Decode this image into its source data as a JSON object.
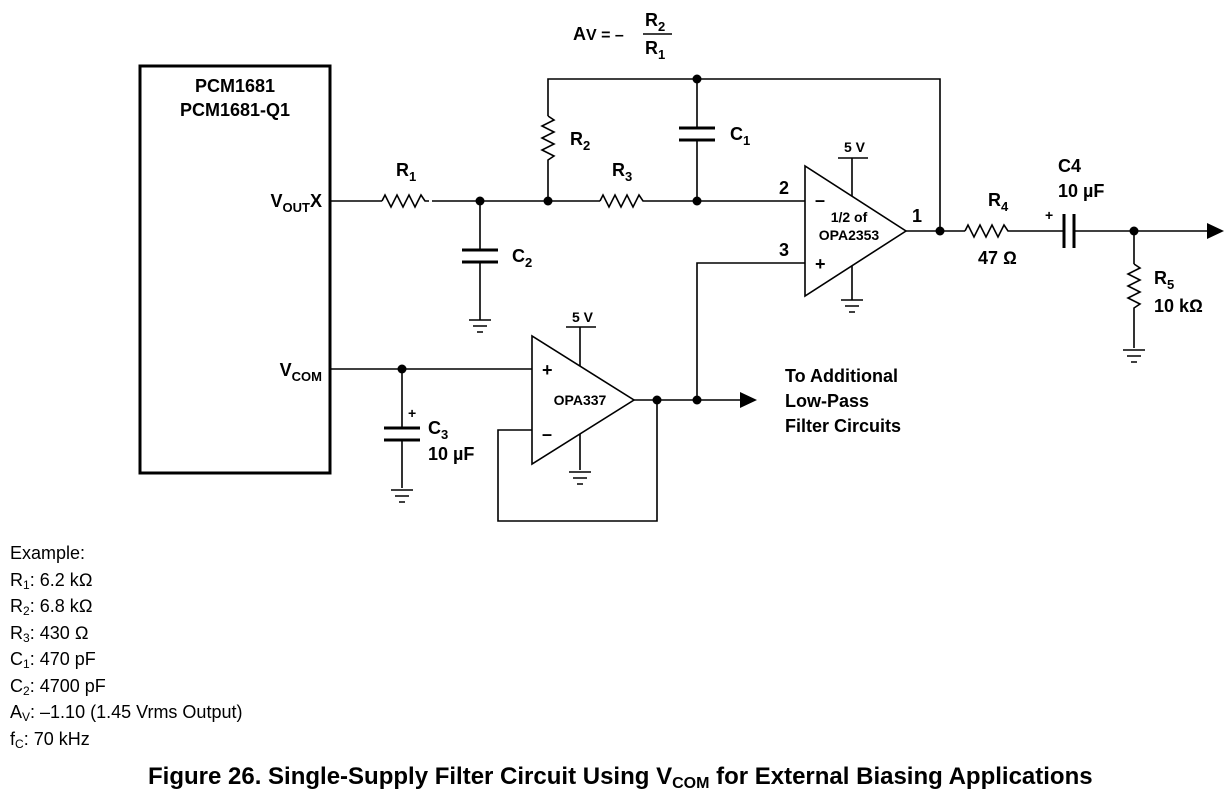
{
  "chip": {
    "line1": "PCM1681",
    "line2": "PCM1681-Q1"
  },
  "pins": {
    "vout_main": "V",
    "vout_sub": "OUT",
    "vout_tail": "X",
    "vcom_main": "V",
    "vcom_sub": "COM"
  },
  "gain_formula": {
    "lhs_main": "A",
    "lhs_tail": "V = –",
    "num_main": "R",
    "num_sub": "2",
    "den_main": "R",
    "den_sub": "1"
  },
  "components": {
    "r1": {
      "main": "R",
      "sub": "1"
    },
    "r2": {
      "main": "R",
      "sub": "2"
    },
    "r3": {
      "main": "R",
      "sub": "3"
    },
    "c1": {
      "main": "C",
      "sub": "1"
    },
    "c2": {
      "main": "C",
      "sub": "2"
    },
    "c3": {
      "main": "C",
      "sub": "3",
      "value": "10 µF"
    },
    "r4": {
      "main": "R",
      "sub": "4",
      "value": "47 Ω"
    },
    "c4": {
      "label": "C4",
      "value": "10 µF"
    },
    "r5": {
      "main": "R",
      "sub": "5",
      "value": "10 kΩ"
    }
  },
  "opamps": {
    "u1": {
      "line1": "1/2 of",
      "line2": "OPA2353",
      "supply": "5 V",
      "pin_inv": "2",
      "pin_noninv": "3",
      "pin_out": "1"
    },
    "u2": {
      "label": "OPA337",
      "supply": "5 V"
    }
  },
  "signs": {
    "plus": "+",
    "minus": "–"
  },
  "output_note": {
    "line1": "To Additional",
    "line2": "Low-Pass",
    "line3": "Filter Circuits"
  },
  "example": {
    "title": "Example:",
    "rows": [
      {
        "main": "R",
        "sub": "1",
        "value": ": 6.2 kΩ"
      },
      {
        "main": "R",
        "sub": "2",
        "value": ": 6.8 kΩ"
      },
      {
        "main": "R",
        "sub": "3",
        "value": ": 430 Ω"
      },
      {
        "main": "C",
        "sub": "1",
        "value": ": 470 pF"
      },
      {
        "main": "C",
        "sub": "2",
        "value": ": 4700 pF"
      },
      {
        "main": "A",
        "sub": "V",
        "value": ": –1.10 (1.45 Vrms Output)"
      },
      {
        "main": "f",
        "sub": "C",
        "value": ": 70 kHz"
      }
    ]
  },
  "caption": {
    "prefix": "Figure 26.  Single-Supply Filter Circuit Using V",
    "sub": "COM",
    "suffix": " for External Biasing Applications"
  }
}
